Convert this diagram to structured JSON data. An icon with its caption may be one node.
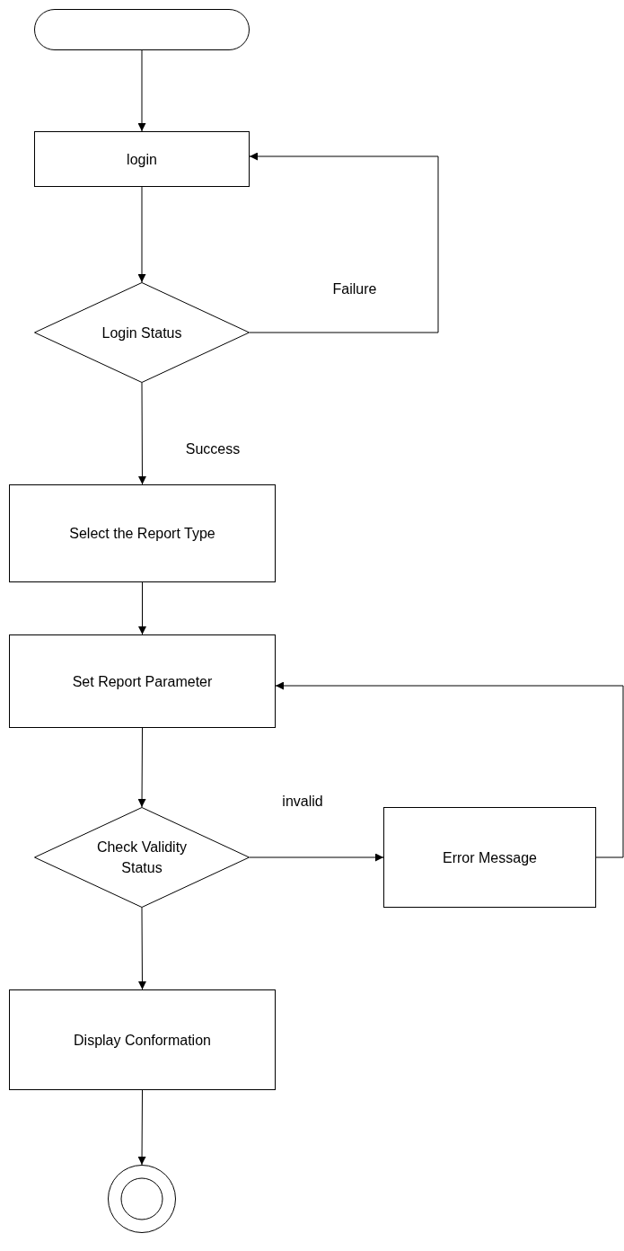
{
  "diagram": {
    "nodes": [
      {
        "text": [],
        "shape": "terminal"
      },
      {
        "text": [
          "login"
        ]
      },
      {
        "text": [
          "Login Status"
        ]
      },
      {
        "text": [
          "Select the Report Type"
        ]
      },
      {
        "text": [
          "Set Report Parameter"
        ]
      },
      {
        "text": [
          "Check Validity Status"
        ]
      },
      {
        "text": [
          "Error Message"
        ]
      },
      {
        "text": [
          "Display Conformation"
        ]
      },
      {
        "text": [],
        "shape": "circle"
      }
    ],
    "edges": [
      {
        "from": 0,
        "to": 1,
        "arrow": "to"
      },
      {
        "from": 1,
        "to": 2,
        "arrow": "to"
      },
      {
        "from": 2,
        "to": 1,
        "arrow": "to",
        "label": "Failure"
      },
      {
        "from": 2,
        "to": 3,
        "arrow": "to",
        "label": "Success"
      },
      {
        "from": 3,
        "to": 4,
        "arrow": "to"
      },
      {
        "from": 4,
        "to": 5,
        "arrow": "to"
      },
      {
        "from": 5,
        "to": 6,
        "arrow": "to",
        "label": "invalid"
      },
      {
        "from": 6,
        "to": 4,
        "arrow": "to"
      },
      {
        "from": 5,
        "to": 7,
        "arrow": "to"
      },
      {
        "from": 7,
        "to": 8,
        "arrow": "to"
      }
    ]
  }
}
